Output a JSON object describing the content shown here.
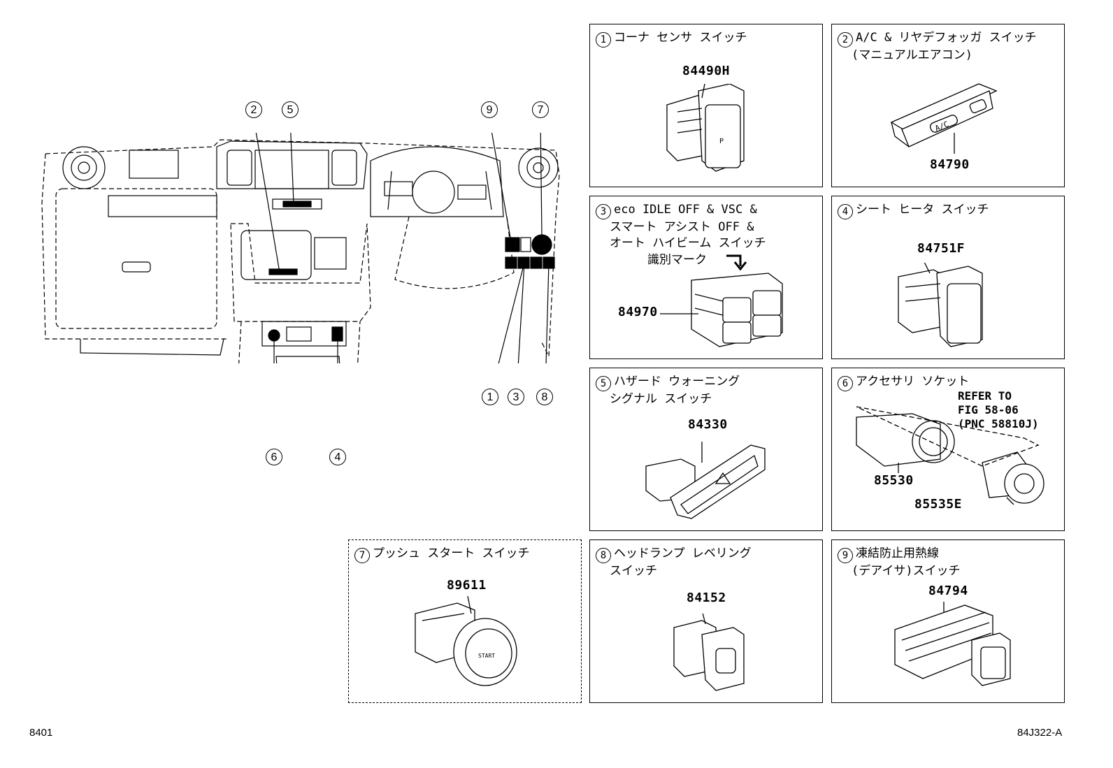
{
  "panels": [
    {
      "num": "1",
      "title": "コーナ センサ スイッチ",
      "title2": "",
      "parts": [
        "84490H"
      ]
    },
    {
      "num": "2",
      "title": "A/C & リヤデフォッガ スイッチ",
      "title2": "(マニュアルエアコン)",
      "parts": [
        "84790"
      ]
    },
    {
      "num": "3",
      "title": "eco IDLE OFF & VSC &",
      "title2": "スマート アシスト OFF &",
      "title3": "オート ハイビーム スイッチ",
      "mark": "識別マーク",
      "parts": [
        "84970"
      ]
    },
    {
      "num": "4",
      "title": "シート ヒータ スイッチ",
      "title2": "",
      "parts": [
        "84751F"
      ]
    },
    {
      "num": "5",
      "title": "ハザード ウォーニング",
      "title2": "シグナル スイッチ",
      "parts": [
        "84330"
      ]
    },
    {
      "num": "6",
      "title": "アクセサリ ソケット",
      "title2": "",
      "parts": [
        "85530",
        "85535E"
      ],
      "ref": [
        "REFER TO",
        "FIG 58-06",
        "(PNC 58810J)"
      ]
    },
    {
      "num": "7",
      "title": "プッシュ スタート スイッチ",
      "title2": "",
      "parts": [
        "89611"
      ]
    },
    {
      "num": "8",
      "title": "ヘッドランプ レベリング",
      "title2": "スイッチ",
      "parts": [
        "84152"
      ]
    },
    {
      "num": "9",
      "title": "凍結防止用熱線",
      "title2": "(デアイサ)スイッチ",
      "parts": [
        "84794"
      ]
    }
  ],
  "callouts": [
    "2",
    "5",
    "9",
    "7",
    "1",
    "3",
    "8",
    "6",
    "4"
  ],
  "footer": {
    "left": "8401",
    "right": "84J322-A"
  }
}
